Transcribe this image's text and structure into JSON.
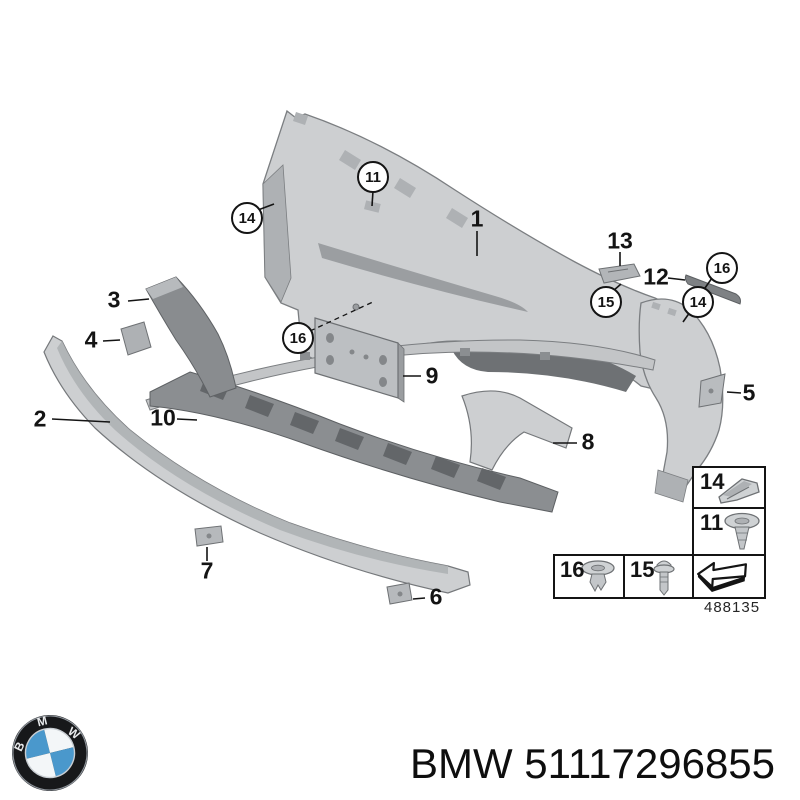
{
  "diagram": {
    "callouts": {
      "n1": "1",
      "n2": "2",
      "n3": "3",
      "n4": "4",
      "n5": "5",
      "n6": "6",
      "n7": "7",
      "n8": "8",
      "n9": "9",
      "n10": "10",
      "n12": "12",
      "n13": "13",
      "c11": "11",
      "c14_left": "14",
      "c15": "15",
      "c16_mid": "16",
      "c16_right": "16",
      "c14_right": "14"
    },
    "legend": {
      "cells": {
        "clamp": "14",
        "grommet": "11",
        "expanding_rivet": "16",
        "blind_rivet": "15"
      },
      "diagram_number": "488135"
    },
    "icons": {
      "clamp": "clamp-clip-icon",
      "grommet": "expanding-nut-icon",
      "expanding_rivet": "expanding-rivet-icon",
      "blind_rivet": "blind-rivet-icon",
      "direction": "direction-of-travel-arrow-icon"
    },
    "colors": {
      "part_light": "#cdcfd1",
      "part_mid": "#aeb1b4",
      "part_dark": "#898c8f",
      "inlet_dark": "#6e7174",
      "line": "#141414"
    }
  },
  "footer": {
    "logo_letters": [
      "B",
      "M",
      "W"
    ],
    "logo_blue": "#4a98cc",
    "caption": "BMW 51117296855"
  }
}
